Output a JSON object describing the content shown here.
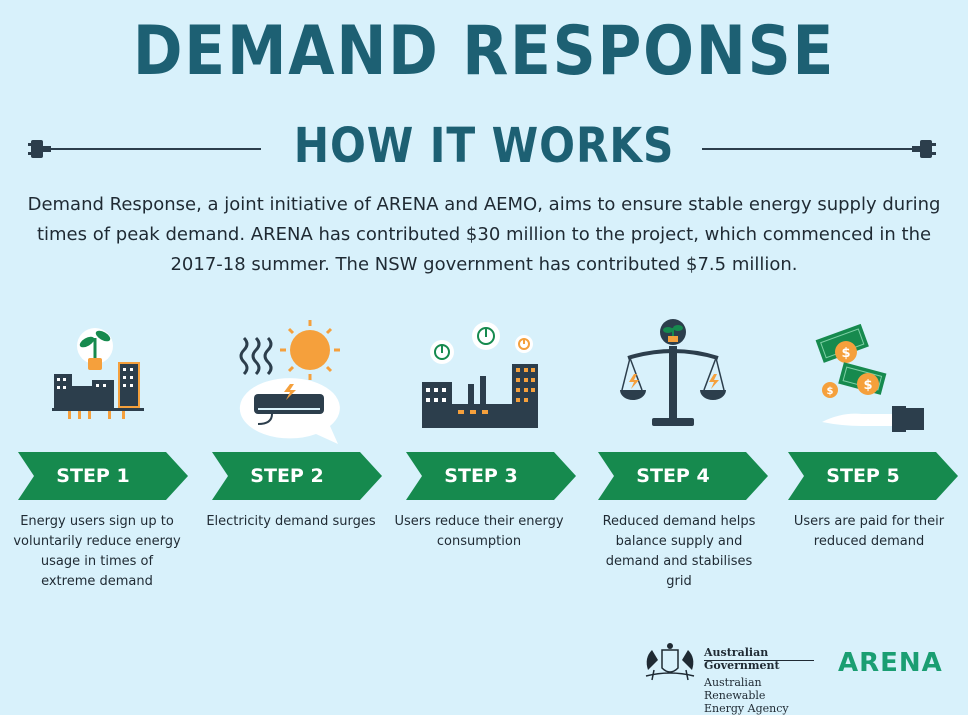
{
  "header": {
    "title": "DEMAND RESPONSE",
    "subtitle": "HOW IT WORKS"
  },
  "intro": "Demand Response, a joint initiative of ARENA and AEMO, aims to ensure stable energy supply during times of peak demand. ARENA has contributed $30 million to the project, which commenced in the 2017-18 summer. The NSW government has contributed $7.5 million.",
  "steps": [
    {
      "label": "STEP 1",
      "text": "Energy users sign up to voluntarily reduce energy usage in times of extreme demand",
      "icon": "plant-city-icon"
    },
    {
      "label": "STEP 2",
      "text": "Electricity demand surges",
      "icon": "sun-air-conditioner-icon"
    },
    {
      "label": "STEP 3",
      "text": "Users reduce their energy consumption",
      "icon": "factory-power-icon"
    },
    {
      "label": "STEP 4",
      "text": "Reduced demand helps balance supply and demand and stabilises grid",
      "icon": "balance-scale-icon"
    },
    {
      "label": "STEP 5",
      "text": "Users are paid for their reduced demand",
      "icon": "money-hand-icon"
    }
  ],
  "footer": {
    "gov_line1": "Australian Government",
    "gov_line2": "Australian Renewable",
    "gov_line3": "Energy Agency",
    "brand": "ARENA"
  },
  "colors": {
    "background": "#d8f1fb",
    "title": "#1d6073",
    "step_green": "#168a4e",
    "accent_orange": "#f5a03c",
    "dark_navy": "#2c3e4c",
    "brand_green": "#1a9e72"
  }
}
